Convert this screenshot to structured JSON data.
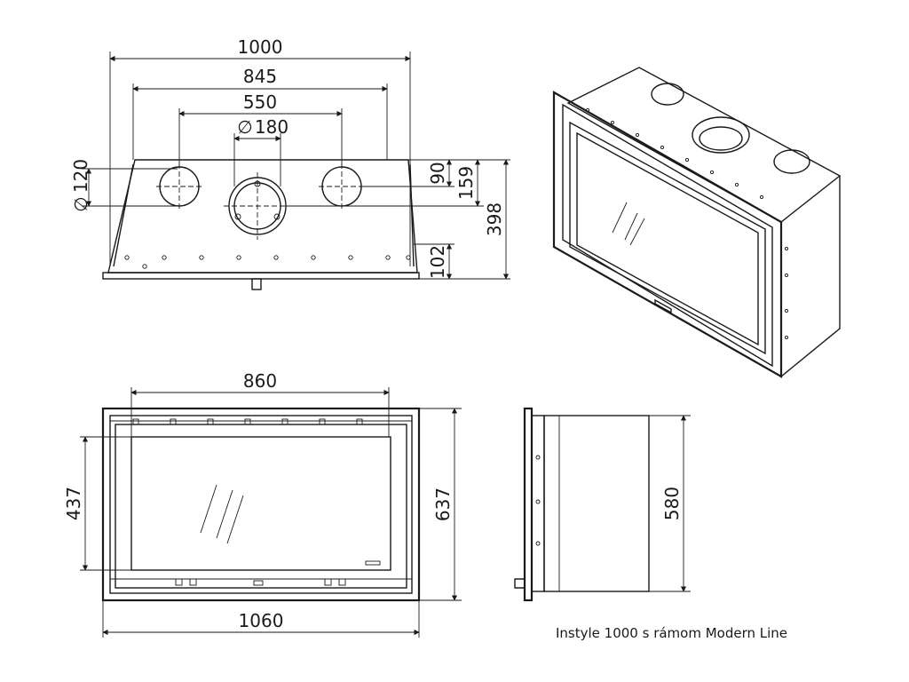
{
  "top_view": {
    "dim_width_overall": "1000",
    "dim_width_845": "845",
    "dim_flue_spacing": "550",
    "dim_main_flue_diameter": "180",
    "diameter_symbol": "∅",
    "dim_side_flue_diameter": "120",
    "dim_depth_90": "90",
    "dim_depth_159": "159",
    "dim_depth_398": "398",
    "dim_depth_102": "102"
  },
  "front_view": {
    "dim_glass_width": "860",
    "dim_glass_height": "437",
    "dim_frame_height": "637",
    "dim_frame_width": "1060"
  },
  "side_view": {
    "dim_height": "580"
  },
  "caption": "Instyle 1000 s rámom Modern Line"
}
